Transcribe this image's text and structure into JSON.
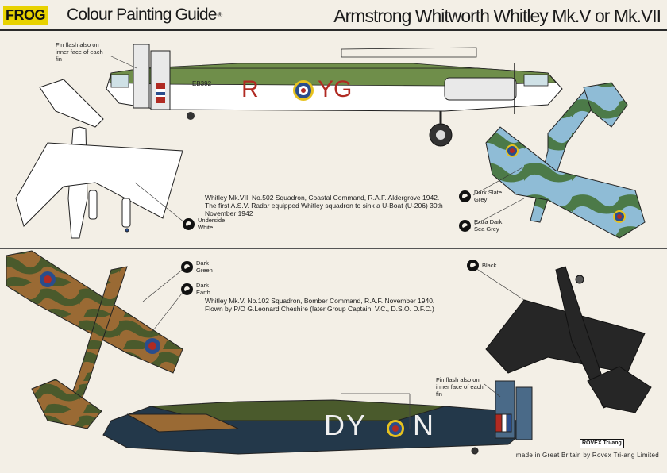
{
  "header": {
    "brand": "FROG",
    "guide_title": "Colour Painting Guide",
    "reg_mark": "®",
    "aircraft_title": "Armstrong Whitworth Whitley Mk.V or Mk.VII"
  },
  "top_section": {
    "fin_note": "Fin flash also on inner face of each fin",
    "serial": "EB392",
    "code_left": "R",
    "code_right": "YG",
    "caption": "Whitley Mk.VII. No.502 Squadron, Coastal Command, R.A.F. Aldergrove 1942. The first A.S.V. Radar equipped Whitley squadron to sink a U-Boat (U-206) 30th November 1942",
    "swatch_underside": "Underside White",
    "swatch_dark_slate": "Dark Slate Grey",
    "swatch_extra_dark": "Extra Dark Sea Grey"
  },
  "bottom_section": {
    "swatch_dark_green": "Dark Green",
    "swatch_dark_earth": "Dark Earth",
    "swatch_black": "Black",
    "caption": "Whitley Mk.V. No.102 Squadron, Bomber Command, R.A.F. November 1940. Flown by P/O G.Leonard Cheshire (later Group Captain, V.C., D.S.O. D.F.C.)",
    "fin_note": "Fin flash also on inner face of each fin",
    "code_left": "DY",
    "code_right": "N"
  },
  "footer": {
    "rovex": "ROVEX Tri-ang",
    "made_in": "made in Great Britain by Rovex Tri-ang Limited"
  },
  "colors": {
    "dark_green": "#4a5a2c",
    "dark_earth": "#9a6a34",
    "sky_blue": "#8fbcd6",
    "sea_green": "#4c7a48",
    "black": "#262626",
    "roundel_blue": "#2a4d8c",
    "roundel_red": "#b02a22",
    "roundel_yellow": "#e7c21e"
  }
}
